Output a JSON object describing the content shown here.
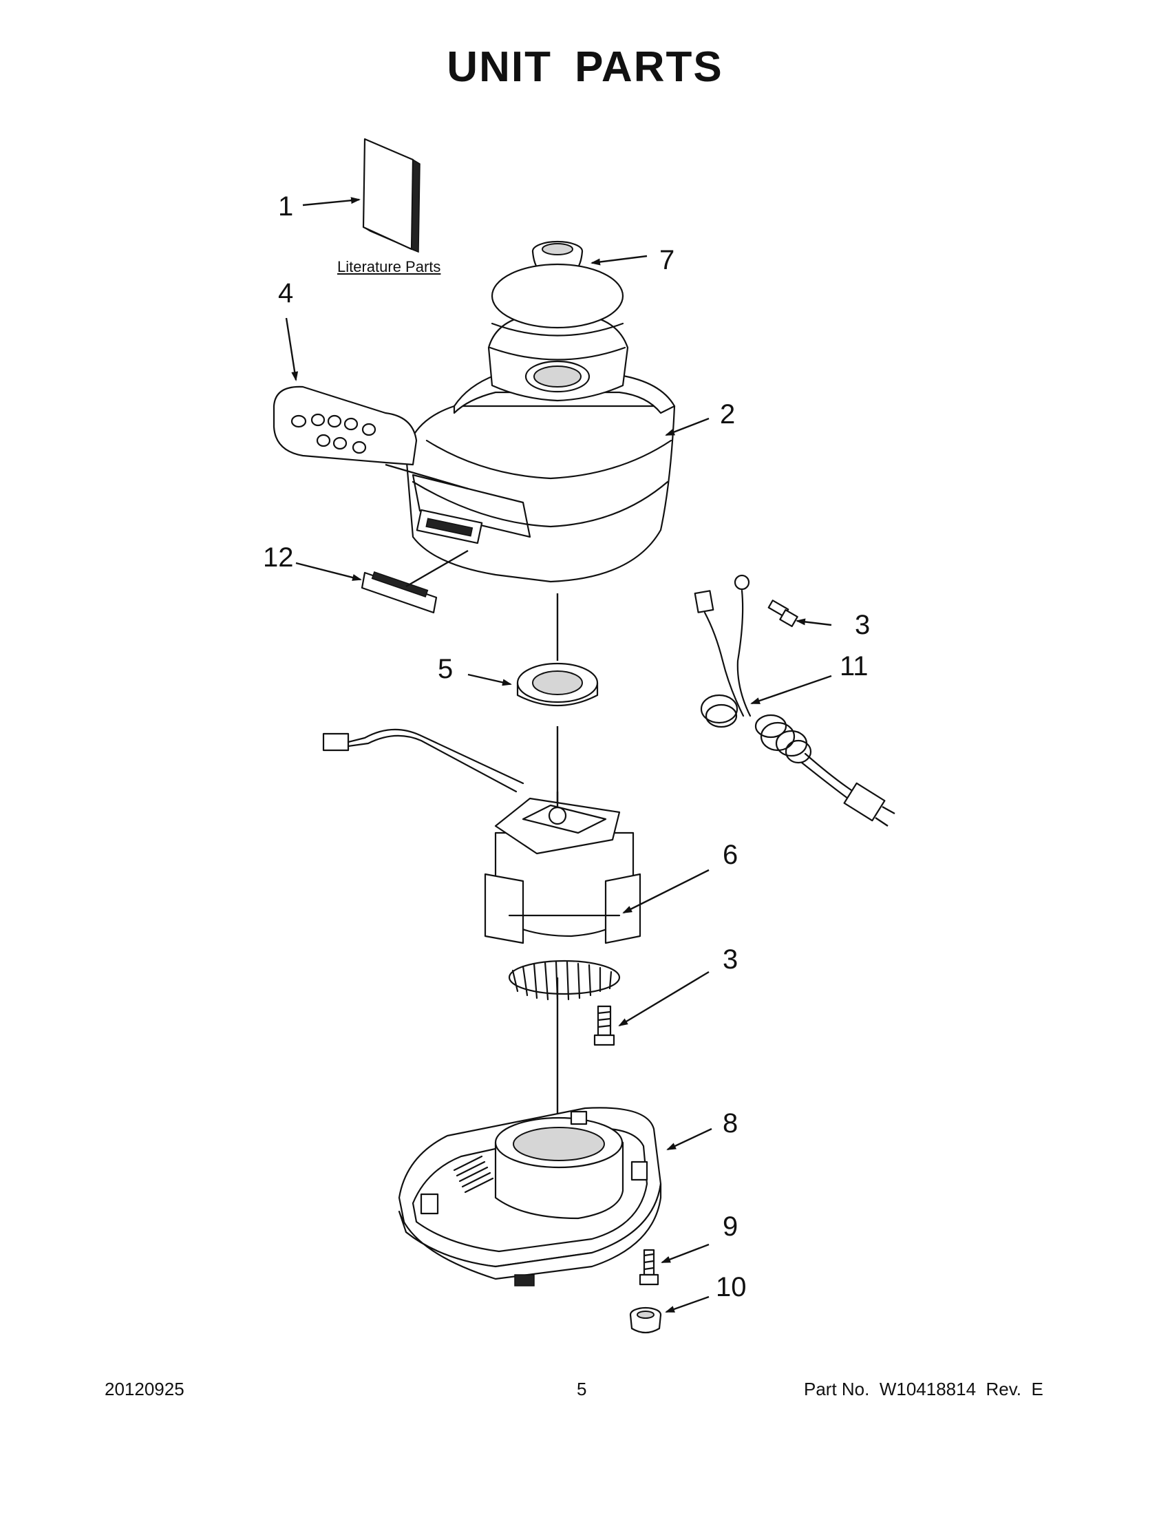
{
  "title": "UNIT PARTS",
  "literature_label": "Literature Parts",
  "callouts": {
    "c1": "1",
    "c2": "2",
    "c3a": "3",
    "c3b": "3",
    "c4": "4",
    "c5": "5",
    "c6": "6",
    "c7": "7",
    "c8": "8",
    "c9": "9",
    "c10": "10",
    "c11": "11",
    "c12": "12"
  },
  "footer": {
    "date": "20120925",
    "page": "5",
    "part_no": "Part No.  W10418814  Rev.  E"
  }
}
